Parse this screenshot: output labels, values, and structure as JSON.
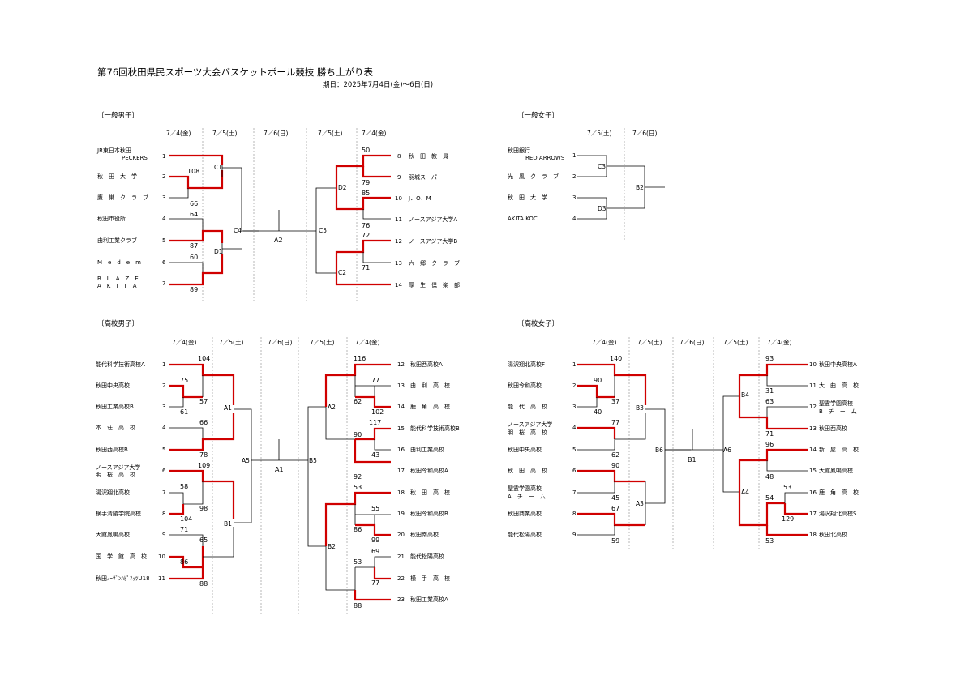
{
  "header": {
    "title": "第76回秋田県民スポーツ大会バスケットボール競技 勝ち上がり表",
    "period": "期日：2025年7月4日(金)～6日(日)"
  },
  "sections": {
    "men_general": {
      "label": "〔一般男子〕",
      "dates": [
        "7／4(金)",
        "7／5(土)",
        "7／6(日)",
        "7／5(土)",
        "7／4(金)"
      ],
      "left_teams": [
        {
          "no": "1",
          "name": "JR東日本秋田",
          "name2": "PECKERS"
        },
        {
          "no": "2",
          "name": "秋　田　大　学"
        },
        {
          "no": "3",
          "name": "鷹　巣　ク　ラ　ブ"
        },
        {
          "no": "4",
          "name": "秋田市役所"
        },
        {
          "no": "5",
          "name": "由利工業クラブ"
        },
        {
          "no": "6",
          "name": "M　e　d　e　m"
        },
        {
          "no": "7",
          "name": "B　L　A　Z　E",
          "name2": "A　K　I　T　A"
        }
      ],
      "right_teams": [
        {
          "no": "8",
          "name": "秋　田　教　員"
        },
        {
          "no": "9",
          "name": "羽城スーパー"
        },
        {
          "no": "10",
          "name": "J．O．M"
        },
        {
          "no": "11",
          "name": "ノースアジア大学A"
        },
        {
          "no": "12",
          "name": "ノースアジア大学B"
        },
        {
          "no": "13",
          "name": "六　郷　ク　ラ　ブ"
        },
        {
          "no": "14",
          "name": "厚　生　倶　楽　部"
        }
      ],
      "scores": [
        "108",
        "66",
        "64",
        "87",
        "60",
        "89",
        "50",
        "79",
        "85",
        "76",
        "72",
        "71"
      ],
      "nodes": [
        "C1",
        "D1",
        "C4",
        "A2",
        "C5",
        "D2",
        "C2"
      ]
    },
    "women_general": {
      "label": "〔一般女子〕",
      "dates": [
        "7／5(土)",
        "7／6(日)"
      ],
      "teams": [
        {
          "no": "1",
          "name": "秋田銀行",
          "name2": "RED ARROWS"
        },
        {
          "no": "2",
          "name": "光　風　ク　ラ　ブ"
        },
        {
          "no": "3",
          "name": "秋　田　大　学"
        },
        {
          "no": "4",
          "name": "AKITA KOC"
        }
      ],
      "nodes": [
        "C3",
        "D3",
        "B2"
      ]
    },
    "men_hs": {
      "label": "〔高校男子〕",
      "dates": [
        "7／4(金)",
        "7／5(土)",
        "7／6(日)",
        "7／5(土)",
        "7／4(金)"
      ],
      "left_teams": [
        {
          "no": "1",
          "name": "能代科学技術高校A"
        },
        {
          "no": "2",
          "name": "秋田中央高校"
        },
        {
          "no": "3",
          "name": "秋田工業高校B"
        },
        {
          "no": "4",
          "name": "本　荘　高　校"
        },
        {
          "no": "5",
          "name": "秋田西高校B"
        },
        {
          "no": "6",
          "name": "ノースアジア大学",
          "name2": "明　桜　高　校"
        },
        {
          "no": "7",
          "name": "湯沢翔北高校"
        },
        {
          "no": "8",
          "name": "横手清陵学院高校"
        },
        {
          "no": "9",
          "name": "大館鳳鳴高校"
        },
        {
          "no": "10",
          "name": "国　学　館　高　校"
        },
        {
          "no": "11",
          "name": "秋田ﾉｰｻﾞﾝﾊﾋﾟﾈｯﾂU18"
        }
      ],
      "right_teams": [
        {
          "no": "12",
          "name": "秋田西高校A"
        },
        {
          "no": "13",
          "name": "由　利　高　校"
        },
        {
          "no": "14",
          "name": "鹿　角　高　校"
        },
        {
          "no": "15",
          "name": "能代科学技術高校B"
        },
        {
          "no": "16",
          "name": "由利工業高校"
        },
        {
          "no": "17",
          "name": "秋田令和高校A"
        },
        {
          "no": "18",
          "name": "秋　田　高　校"
        },
        {
          "no": "19",
          "name": "秋田令和高校B"
        },
        {
          "no": "20",
          "name": "秋田南高校"
        },
        {
          "no": "21",
          "name": "能代松陽高校"
        },
        {
          "no": "22",
          "name": "横　手　高　校"
        },
        {
          "no": "23",
          "name": "秋田工業高校A"
        }
      ],
      "scores": [
        "104",
        "75",
        "57",
        "61",
        "66",
        "78",
        "109",
        "58",
        "98",
        "104",
        "71",
        "65",
        "86",
        "88",
        "116",
        "77",
        "62",
        "102",
        "117",
        "90",
        "43",
        "92",
        "53",
        "55",
        "86",
        "99",
        "69",
        "53",
        "77",
        "88"
      ],
      "nodes": [
        "A1",
        "A5",
        "B1",
        "A1",
        "B5",
        "A2",
        "B2"
      ]
    },
    "women_hs": {
      "label": "〔高校女子〕",
      "dates": [
        "7／4(金)",
        "7／5(土)",
        "7／6(日)",
        "7／5(土)",
        "7／4(金)"
      ],
      "left_teams": [
        {
          "no": "1",
          "name": "湯沢翔北高校F"
        },
        {
          "no": "2",
          "name": "秋田令和高校"
        },
        {
          "no": "3",
          "name": "能　代　高　校"
        },
        {
          "no": "4",
          "name": "ノースアジア大学",
          "name2": "明　桜　高　校"
        },
        {
          "no": "5",
          "name": "秋田中央高校"
        },
        {
          "no": "6",
          "name": "秋　田　高　校"
        },
        {
          "no": "7",
          "name": "聖霊学園高校",
          "name2": "A　チ　ー　ム"
        },
        {
          "no": "8",
          "name": "秋田商業高校"
        },
        {
          "no": "9",
          "name": "能代松陽高校"
        }
      ],
      "right_teams": [
        {
          "no": "10",
          "name": "秋田中央高校A"
        },
        {
          "no": "11",
          "name": "大　曲　高　校"
        },
        {
          "no": "12",
          "name": "聖霊学園高校",
          "name2": "B　チ　ー　ム"
        },
        {
          "no": "13",
          "name": "秋田西高校"
        },
        {
          "no": "14",
          "name": "新　屋　高　校"
        },
        {
          "no": "15",
          "name": "大館鳳鳴高校"
        },
        {
          "no": "16",
          "name": "鹿　角　高　校"
        },
        {
          "no": "17",
          "name": "湯沢翔北高校S"
        },
        {
          "no": "18",
          "name": "秋田北高校"
        }
      ],
      "scores": [
        "140",
        "90",
        "37",
        "40",
        "77",
        "62",
        "90",
        "45",
        "67",
        "59",
        "93",
        "31",
        "63",
        "71",
        "96",
        "48",
        "53",
        "54",
        "129",
        "53"
      ],
      "nodes": [
        "B3",
        "A3",
        "B6",
        "B1",
        "A6",
        "B4",
        "A4"
      ]
    }
  }
}
